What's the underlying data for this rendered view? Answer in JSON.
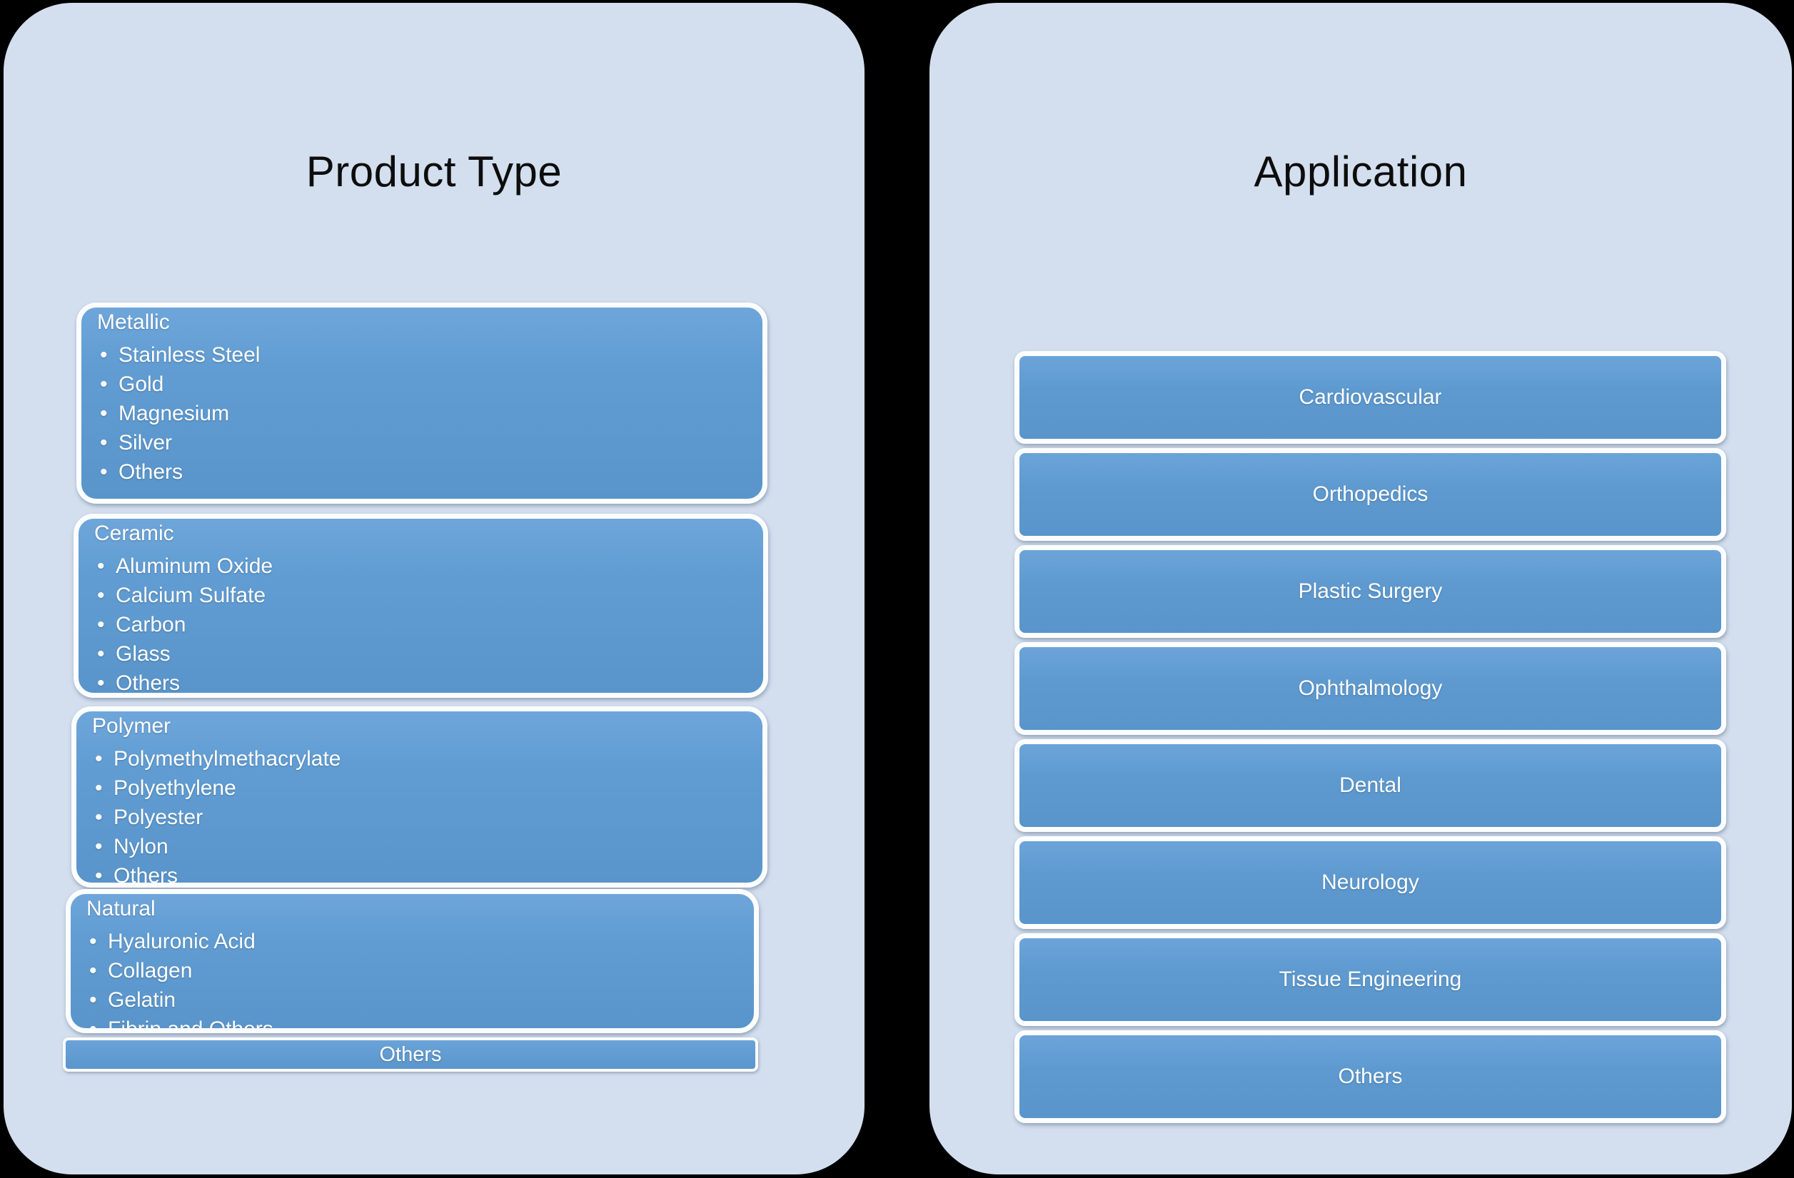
{
  "bullet_glyph": "•",
  "left_panel": {
    "title": "Product Type",
    "groups": [
      {
        "title": "Metallic",
        "items": [
          "Stainless Steel",
          "Gold",
          "Magnesium",
          "Silver",
          "Others"
        ]
      },
      {
        "title": "Ceramic",
        "items": [
          "Aluminum Oxide",
          "Calcium Sulfate",
          "Carbon",
          "Glass",
          "Others"
        ]
      },
      {
        "title": "Polymer",
        "items": [
          "Polymethylmethacrylate",
          "Polyethylene",
          "Polyester",
          "Nylon",
          "Others"
        ]
      },
      {
        "title": "Natural",
        "items": [
          "Hyaluronic Acid",
          "Collagen",
          "Gelatin",
          "Fibrin and Others"
        ]
      }
    ],
    "footer": "Others"
  },
  "right_panel": {
    "title": "Application",
    "items": [
      "Cardiovascular",
      "Orthopedics",
      "Plastic Surgery",
      "Ophthalmology",
      "Dental",
      "Neurology",
      "Tissue Engineering",
      "Others"
    ]
  },
  "colors": {
    "page_background": "#000000",
    "panel_background": "#d3dfee",
    "box_blue_top": "#6ea6da",
    "box_blue_bottom": "#5995cb",
    "box_border": "#fcfdfe",
    "title_text": "#0d0d0d",
    "box_text": "#ffffff"
  }
}
